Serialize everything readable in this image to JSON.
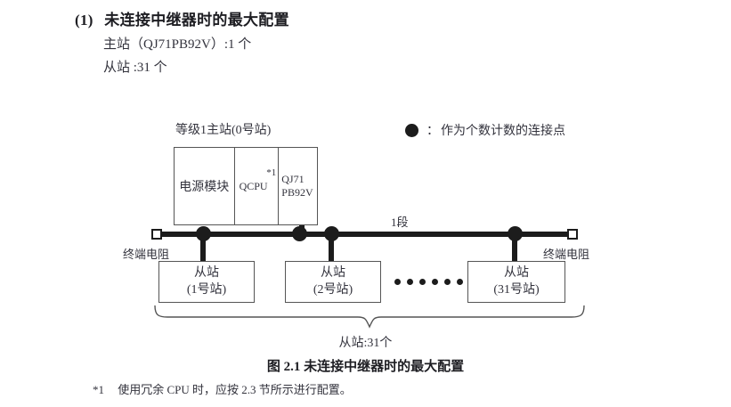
{
  "section": {
    "number": "(1)",
    "title": "未连接中继器时的最大配置",
    "line1": "主站（QJ71PB92V）:1 个",
    "line2": "从站 :31 个"
  },
  "legend": {
    "symbol": "dot-icon",
    "separator": "：",
    "text": "作为个数计数的连接点"
  },
  "diagram": {
    "master": {
      "label": "等级1主站(0号站)",
      "cells": [
        {
          "name": "power-module",
          "text": "电源模块"
        },
        {
          "name": "cpu-module",
          "text": "QCPU",
          "superscript": "*1"
        },
        {
          "name": "network-module",
          "line1": "QJ71",
          "line2": "PB92V"
        }
      ]
    },
    "bus": {
      "segment_label": "1段",
      "terminator_left_label": "终端电阻",
      "terminator_right_label": "终端电阻"
    },
    "slaves": [
      {
        "name": "从站",
        "station": "(1号站)"
      },
      {
        "name": "从站",
        "station": "(2号站)"
      },
      {
        "name": "从站",
        "station": "(31号站)"
      }
    ],
    "ellipsis_dot_count": 6,
    "brace_label": "从站:31个"
  },
  "caption": "图 2.1  未连接中继器时的最大配置",
  "footnote": {
    "mark": "*1",
    "text": "使用冗余 CPU 时，应按 2.3 节所示进行配置。"
  },
  "colors": {
    "ink": "#1c1c1c",
    "text": "#33333d",
    "rule": "#555555",
    "background": "#ffffff"
  }
}
